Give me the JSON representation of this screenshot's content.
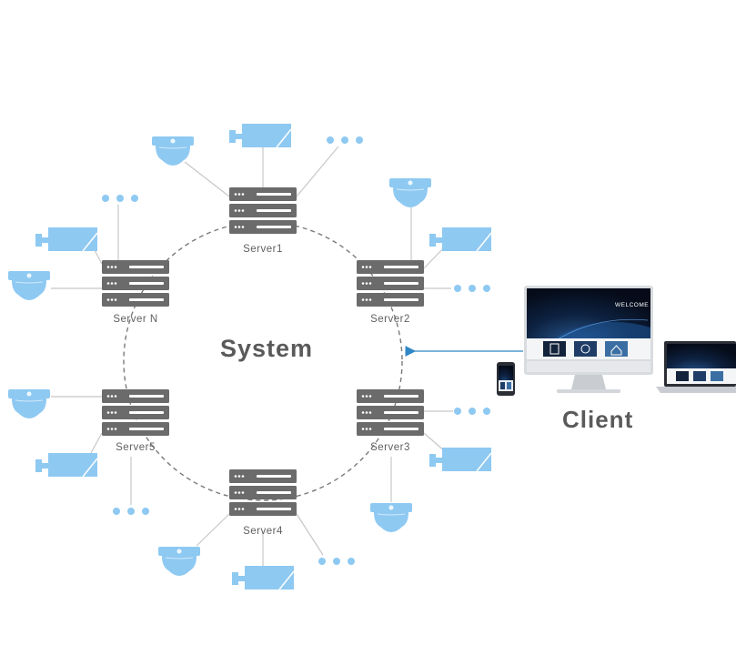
{
  "diagram": {
    "center_label": "System",
    "client_label": "Client",
    "screen_text": "WELCOME",
    "servers": [
      {
        "id": "server1",
        "label": "Server1"
      },
      {
        "id": "server2",
        "label": "Server2"
      },
      {
        "id": "server3",
        "label": "Server3"
      },
      {
        "id": "server4",
        "label": "Server4"
      },
      {
        "id": "server5",
        "label": "Server5"
      },
      {
        "id": "serverN",
        "label": "Server N"
      }
    ],
    "icons": {
      "server": "server-rack-icon",
      "dome_camera": "dome-camera-icon",
      "bullet_camera": "bullet-camera-icon",
      "more": "ellipsis-icon",
      "desktop": "desktop-monitor-icon",
      "laptop": "laptop-icon",
      "phone": "smartphone-icon"
    },
    "colors": {
      "server": "#6b6b6b",
      "camera": "#8ec9f2",
      "ring": "#7a7a7a",
      "link": "#c7c7c7",
      "arrow": "#2f86c4",
      "text": "#5f5f5f"
    }
  }
}
